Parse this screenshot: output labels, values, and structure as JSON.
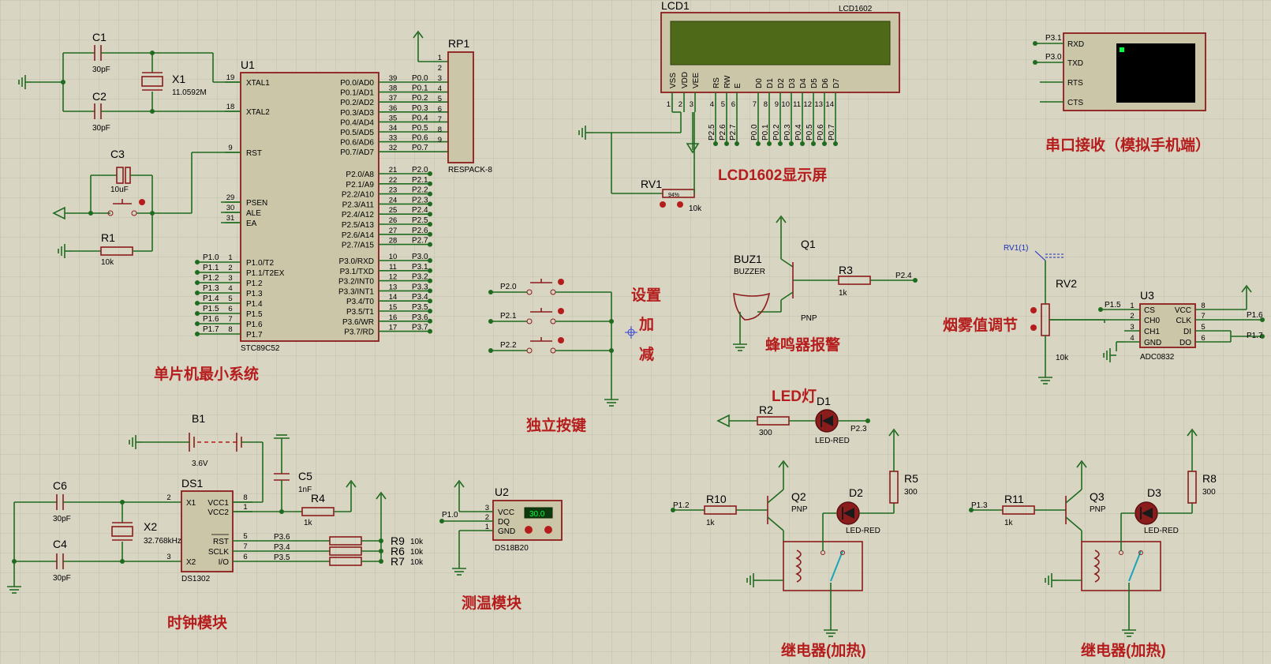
{
  "theme": {
    "background": "#d9d5c3",
    "grid": "#bdb9a7",
    "wire": "#1f6b1f",
    "component": "#8b1c1c",
    "title_color": "#b51d1d",
    "lcd_screen": "#4e6a18",
    "terminal_screen": "#000000"
  },
  "section_titles": {
    "mcu": "单片机最小系统",
    "lcd": "LCD1602显示屏",
    "serial": "串口接收（模拟手机端）",
    "buttons": "独立按键",
    "btn_set": "设置",
    "btn_add": "加",
    "btn_sub": "减",
    "buzzer": "蜂鸣器报警",
    "smoke": "烟雾值调节",
    "led": "LED灯",
    "clock": "时钟模块",
    "temp": "测温模块",
    "relay1": "继电器(加热)",
    "relay2": "继电器(加热)"
  },
  "mcu": {
    "ref": "U1",
    "part": "STC89C52",
    "left_pins": [
      {
        "num": "19",
        "name": "XTAL1"
      },
      {
        "num": "18",
        "name": "XTAL2"
      },
      {
        "num": "9",
        "name": "RST"
      },
      {
        "num": "29",
        "name": "PSEN"
      },
      {
        "num": "30",
        "name": "ALE"
      },
      {
        "num": "31",
        "name": "EA"
      },
      {
        "num": "1",
        "name": "P1.0/T2"
      },
      {
        "num": "2",
        "name": "P1.1/T2EX"
      },
      {
        "num": "3",
        "name": "P1.2"
      },
      {
        "num": "4",
        "name": "P1.3"
      },
      {
        "num": "5",
        "name": "P1.4"
      },
      {
        "num": "6",
        "name": "P1.5"
      },
      {
        "num": "7",
        "name": "P1.6"
      },
      {
        "num": "8",
        "name": "P1.7"
      }
    ],
    "p1_nets": [
      "P1.0",
      "P1.1",
      "P1.2",
      "P1.3",
      "P1.4",
      "P1.5",
      "P1.6",
      "P1.7"
    ],
    "right_pins": [
      {
        "num": "39",
        "name": "P0.0/AD0",
        "net": "P0.0"
      },
      {
        "num": "38",
        "name": "P0.1/AD1",
        "net": "P0.1"
      },
      {
        "num": "37",
        "name": "P0.2/AD2",
        "net": "P0.2"
      },
      {
        "num": "36",
        "name": "P0.3/AD3",
        "net": "P0.3"
      },
      {
        "num": "35",
        "name": "P0.4/AD4",
        "net": "P0.4"
      },
      {
        "num": "34",
        "name": "P0.5/AD5",
        "net": "P0.5"
      },
      {
        "num": "33",
        "name": "P0.6/AD6",
        "net": "P0.6"
      },
      {
        "num": "32",
        "name": "P0.7/AD7",
        "net": "P0.7"
      },
      {
        "num": "21",
        "name": "P2.0/A8",
        "net": "P2.0"
      },
      {
        "num": "22",
        "name": "P2.1/A9",
        "net": "P2.1"
      },
      {
        "num": "23",
        "name": "P2.2/A10",
        "net": "P2.2"
      },
      {
        "num": "24",
        "name": "P2.3/A11",
        "net": "P2.3"
      },
      {
        "num": "25",
        "name": "P2.4/A12",
        "net": "P2.4"
      },
      {
        "num": "26",
        "name": "P2.5/A13",
        "net": "P2.5"
      },
      {
        "num": "27",
        "name": "P2.6/A14",
        "net": "P2.6"
      },
      {
        "num": "28",
        "name": "P2.7/A15",
        "net": "P2.7"
      },
      {
        "num": "10",
        "name": "P3.0/RXD",
        "net": "P3.0"
      },
      {
        "num": "11",
        "name": "P3.1/TXD",
        "net": "P3.1"
      },
      {
        "num": "12",
        "name": "P3.2/INT0",
        "net": "P3.2"
      },
      {
        "num": "13",
        "name": "P3.3/INT1",
        "net": "P3.3"
      },
      {
        "num": "14",
        "name": "P3.4/T0",
        "net": "P3.4"
      },
      {
        "num": "15",
        "name": "P3.5/T1",
        "net": "P3.5"
      },
      {
        "num": "16",
        "name": "P3.6/WR",
        "net": "P3.6"
      },
      {
        "num": "17",
        "name": "P3.7/RD",
        "net": "P3.7"
      }
    ]
  },
  "rp1": {
    "ref": "RP1",
    "part": "RESPACK-8",
    "pins": [
      "1",
      "2",
      "3",
      "4",
      "5",
      "6",
      "7",
      "8",
      "9"
    ]
  },
  "osc": {
    "c1": {
      "ref": "C1",
      "value": "30pF"
    },
    "c2": {
      "ref": "C2",
      "value": "30pF"
    },
    "x1": {
      "ref": "X1",
      "value": "11.0592M"
    },
    "c3": {
      "ref": "C3",
      "value": "10uF"
    },
    "r1": {
      "ref": "R1",
      "value": "10k"
    }
  },
  "lcd": {
    "ref": "LCD1",
    "part": "LCD1602",
    "pins": [
      {
        "num": "1",
        "name": "VSS",
        "net": ""
      },
      {
        "num": "2",
        "name": "VDD",
        "net": ""
      },
      {
        "num": "3",
        "name": "VEE",
        "net": ""
      },
      {
        "num": "4",
        "name": "RS",
        "net": "P2.5"
      },
      {
        "num": "5",
        "name": "RW",
        "net": "P2.6"
      },
      {
        "num": "6",
        "name": "E",
        "net": "P2.7"
      },
      {
        "num": "7",
        "name": "D0",
        "net": "P0.0"
      },
      {
        "num": "8",
        "name": "D1",
        "net": "P0.1"
      },
      {
        "num": "9",
        "name": "D2",
        "net": "P0.2"
      },
      {
        "num": "10",
        "name": "D3",
        "net": "P0.3"
      },
      {
        "num": "11",
        "name": "D4",
        "net": "P0.4"
      },
      {
        "num": "12",
        "name": "D5",
        "net": "P0.5"
      },
      {
        "num": "13",
        "name": "D6",
        "net": "P0.6"
      },
      {
        "num": "14",
        "name": "D7",
        "net": "P0.7"
      }
    ],
    "rv1": {
      "ref": "RV1",
      "value": "10k",
      "mark": "94%"
    }
  },
  "terminal": {
    "pins": [
      "RXD",
      "TXD",
      "RTS",
      "CTS"
    ],
    "nets": [
      "P3.1",
      "P3.0"
    ]
  },
  "buttons": {
    "nets": [
      "P2.0",
      "P2.1",
      "P2.2"
    ]
  },
  "buzzer": {
    "buz_ref": "BUZ1",
    "buz_part": "BUZZER",
    "q_ref": "Q1",
    "q_type": "PNP",
    "r_ref": "R3",
    "r_value": "1k",
    "net": "P2.4"
  },
  "smoke": {
    "probe": "RV1(1)",
    "rv_ref": "RV2",
    "rv_value": "10k",
    "u_ref": "U3",
    "u_part": "ADC0832",
    "left_pins": [
      {
        "num": "1",
        "name": "CS"
      },
      {
        "num": "2",
        "name": "CH0"
      },
      {
        "num": "3",
        "name": "CH1"
      },
      {
        "num": "4",
        "name": "GND"
      }
    ],
    "right_pins": [
      {
        "num": "8",
        "name": "VCC"
      },
      {
        "num": "7",
        "name": "CLK"
      },
      {
        "num": "5",
        "name": "DI"
      },
      {
        "num": "6",
        "name": "DO"
      }
    ],
    "nets": {
      "cs": "P1.5",
      "clk": "P1.6",
      "dio": "P1.7"
    }
  },
  "led": {
    "r_ref": "R2",
    "r_value": "300",
    "d_ref": "D1",
    "d_part": "LED-RED",
    "net": "P2.3"
  },
  "clock": {
    "b_ref": "B1",
    "b_value": "3.6V",
    "c5": {
      "ref": "C5",
      "value": "1nF"
    },
    "c6": {
      "ref": "C6",
      "value": "30pF"
    },
    "c4": {
      "ref": "C4",
      "value": "30pF"
    },
    "x2": {
      "ref": "X2",
      "value": "32.768kHz"
    },
    "u_ref": "DS1",
    "u_part": "DS1302",
    "left_pins": [
      {
        "num": "2",
        "name": "X1"
      },
      {
        "num": "3",
        "name": "X2"
      }
    ],
    "right_pins": [
      {
        "num": "8",
        "name": "VCC1"
      },
      {
        "num": "1",
        "name": "VCC2"
      },
      {
        "num": "5",
        "name": "RST"
      },
      {
        "num": "7",
        "name": "SCLK"
      },
      {
        "num": "6",
        "name": "I/O"
      }
    ],
    "r4": {
      "ref": "R4",
      "value": "1k"
    },
    "pullups": [
      {
        "ref": "R9",
        "value": "10k",
        "net": "P3.6"
      },
      {
        "ref": "R6",
        "value": "10k",
        "net": "P3.4"
      },
      {
        "ref": "R7",
        "value": "10k",
        "net": "P3.5"
      }
    ]
  },
  "temp": {
    "u_ref": "U2",
    "u_part": "DS18B20",
    "display": "30.0",
    "pins": [
      {
        "num": "3",
        "name": "VCC"
      },
      {
        "num": "2",
        "name": "DQ"
      },
      {
        "num": "1",
        "name": "GND"
      }
    ],
    "net": "P1.0"
  },
  "relay1": {
    "r_ref": "R10",
    "r_value": "1k",
    "q_ref": "Q2",
    "q_type": "PNP",
    "d_ref": "D2",
    "d_part": "LED-RED",
    "r2_ref": "R5",
    "r2_value": "300",
    "net": "P1.2"
  },
  "relay2": {
    "r_ref": "R11",
    "r_value": "1k",
    "q_ref": "Q3",
    "q_type": "PNP",
    "d_ref": "D3",
    "d_part": "LED-RED",
    "r2_ref": "R8",
    "r2_value": "300",
    "net": "P1.3"
  }
}
